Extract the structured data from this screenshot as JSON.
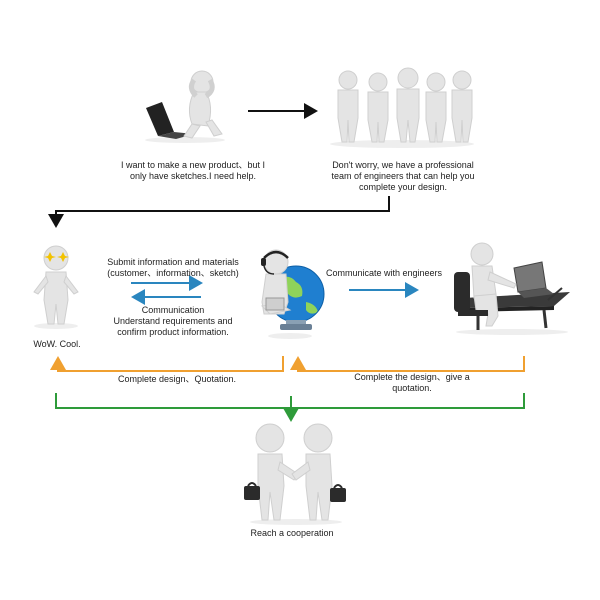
{
  "step1": {
    "lines": [
      "I want to make a new product、but I",
      "only have sketches.I need help."
    ]
  },
  "step2": {
    "lines": [
      "Don't worry, we have a professional",
      "team of engineers that can help you",
      "complete your design."
    ]
  },
  "step3": {
    "customer_label": "WoW. Cool.",
    "submit_lines": [
      "Submit information and materials",
      "(customer、information、sketch)"
    ],
    "communication_lines": [
      "Communication",
      "Understand requirements and",
      "confirm product information."
    ],
    "engineers_label": "Communicate with engineers"
  },
  "step4": {
    "left_label": "Complete design、Quotation.",
    "right_lines": [
      "Complete the design、give a",
      "quotation."
    ]
  },
  "step5": {
    "label": "Reach a cooperation"
  },
  "colors": {
    "black_arrow": "#111111",
    "blue_arrow": "#2a86bf",
    "orange_bracket": "#f0a030",
    "green_bracket": "#2e9b3a",
    "globe": "#1f7fd0",
    "figure": "#e4e4e4"
  }
}
